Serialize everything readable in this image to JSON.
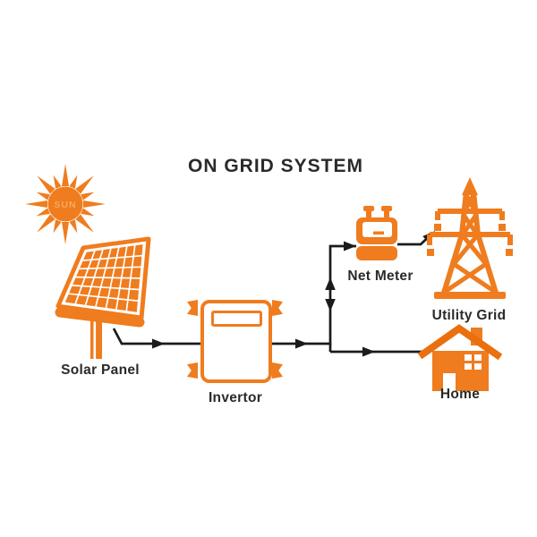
{
  "title": "ON GRID SYSTEM",
  "nodes": {
    "sun": {
      "label": "SUN"
    },
    "solar_panel": {
      "label": "Solar Panel"
    },
    "invertor": {
      "label": "Invertor"
    },
    "net_meter": {
      "label": "Net Meter"
    },
    "utility_grid": {
      "label": "Utility Grid"
    },
    "home": {
      "label": "Home"
    }
  },
  "connections": [
    {
      "from": "Solar Panel",
      "to": "Invertor",
      "arrows": "one-way"
    },
    {
      "from": "Invertor",
      "to": "junction",
      "arrows": "one-way"
    },
    {
      "from": "junction",
      "to": "Net Meter",
      "arrows": "two-way"
    },
    {
      "from": "Net Meter",
      "to": "Utility Grid",
      "arrows": "one-way"
    },
    {
      "from": "junction",
      "to": "Home",
      "arrows": "one-way"
    }
  ],
  "colors": {
    "accent": "#ef7c1e",
    "roof": "#ea700e",
    "line": "#1b1b1b",
    "text": "#2b2a29",
    "background": "#ffffff"
  }
}
